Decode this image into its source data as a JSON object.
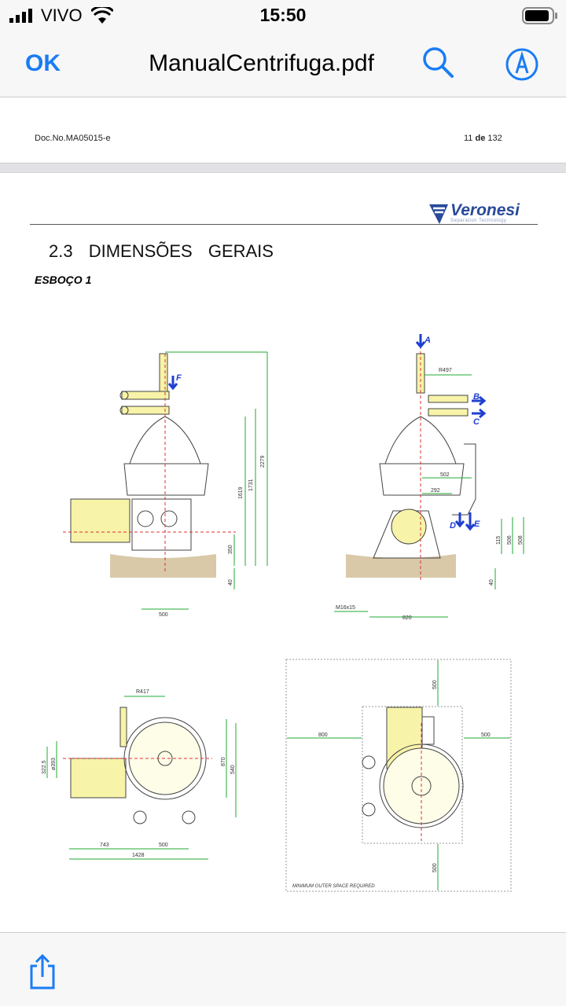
{
  "status_bar": {
    "carrier": "VIVO",
    "time": "15:50",
    "signal_icon": "cellular-signal-icon",
    "wifi_icon": "wifi-icon",
    "battery_icon": "battery-icon"
  },
  "nav": {
    "done_label": "OK",
    "title": "ManualCentrifuga.pdf",
    "search_icon": "search-icon",
    "markup_icon": "markup-pen-icon"
  },
  "document": {
    "doc_number": "Doc.No.MA05015-e",
    "page_current": "11",
    "page_sep": "de",
    "page_total": "132",
    "logo": {
      "name": "Veronesi",
      "tagline": "Separation Technology"
    },
    "section_title": "2.3 DIMENSÕES GERAIS",
    "subsection": "ESBOÇO 1",
    "drawing": {
      "side_view": {
        "inlet": "F",
        "dims": [
          "2279",
          "1731",
          "1619",
          "350",
          "40",
          "500"
        ]
      },
      "front_view": {
        "inlet": "A",
        "outlets": [
          "B",
          "C",
          "D",
          "E"
        ],
        "dims": [
          "R497",
          "502",
          "292",
          "115",
          "506",
          "508",
          "40",
          "M16x15",
          "820"
        ]
      },
      "top_view": {
        "dims": [
          "R417",
          "322.5",
          "ø393",
          "870",
          "540",
          "743",
          "500",
          "1428"
        ]
      },
      "space_view": {
        "dims": [
          "500",
          "800",
          "500",
          "500"
        ],
        "note": "MINIMUM OUTER SPACE REQUIRED"
      }
    }
  },
  "toolbar": {
    "share_icon": "share-icon"
  },
  "colors": {
    "accent": "#1a7cf5",
    "dimension": "#22aa33",
    "motor": "#f7f3a8",
    "arrow": "#1f3fd0"
  }
}
